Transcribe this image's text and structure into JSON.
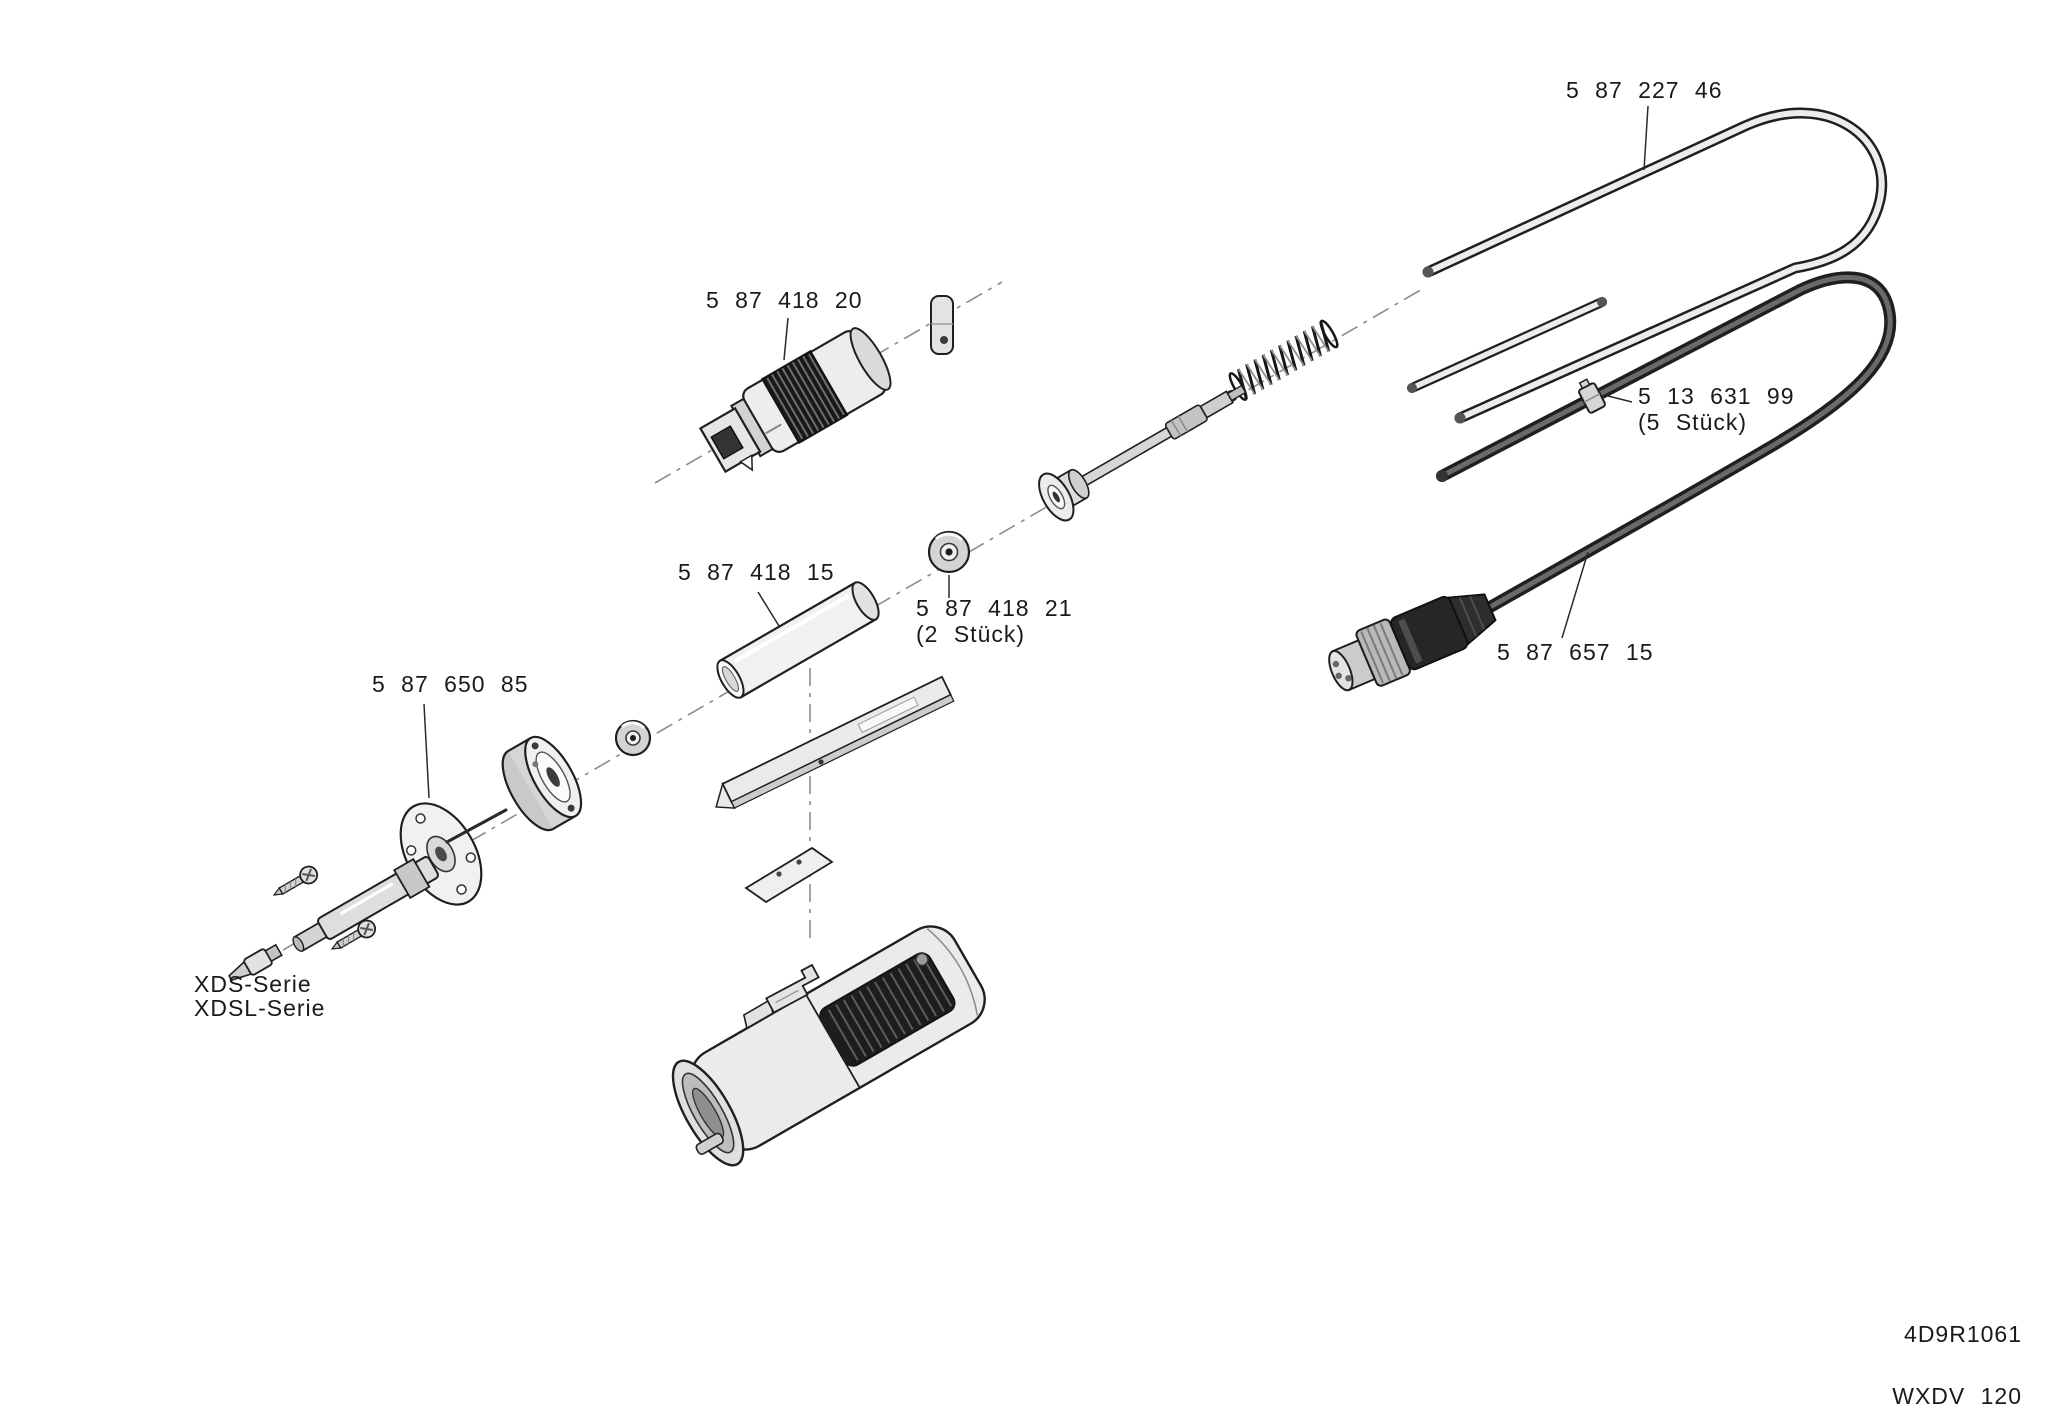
{
  "diagram": {
    "background": "#ffffff",
    "line_color": "#1f1f1f",
    "callouts": {
      "hose_part": "5 87 227 46",
      "heater_part": "5 87 418 20",
      "clip_part": "5 13 631 99",
      "clip_qty": "(5 Stück)",
      "tube_part": "5 87 418 15",
      "seal_part": "5 87 418 21",
      "seal_qty": "(2 Stück)",
      "cord_part": "5 87 657 15",
      "flange_part": "5 87 650 85",
      "series_line1": "XDS-Serie",
      "series_line2": "XDSL-Serie"
    },
    "footer": {
      "doc_code": "4D9R1061",
      "model": "WXDV 120"
    }
  }
}
